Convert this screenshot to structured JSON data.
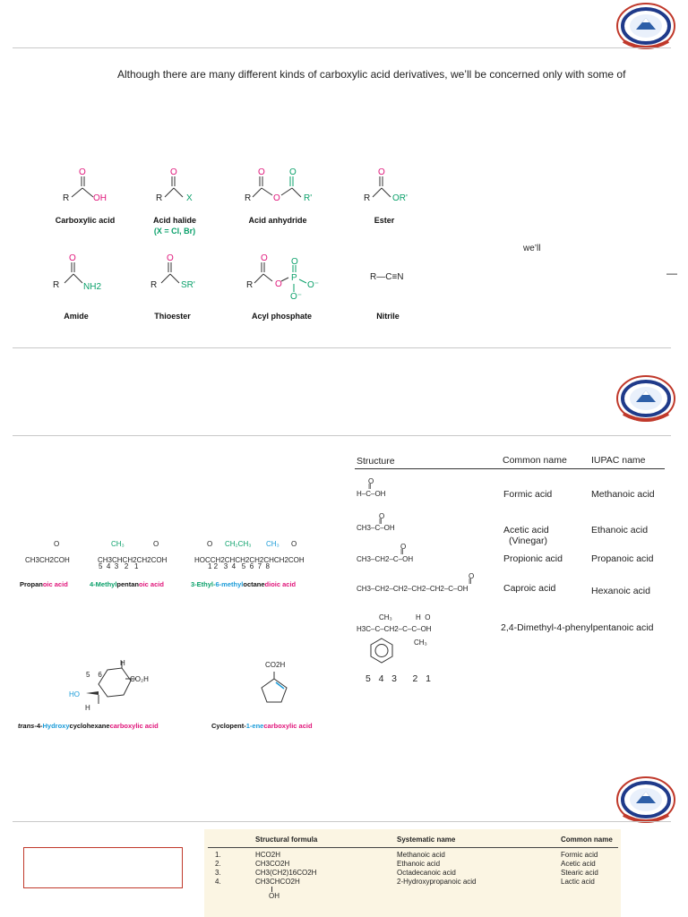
{
  "slide1": {
    "intro_text": "Although there are many different kinds of carboxylic acid derivatives, we’ll be concerned only with some of",
    "side_text": "we’ll",
    "dash": "—",
    "derivatives": [
      {
        "name": "Carboxylic acid"
      },
      {
        "name": "Acid halide",
        "sub": "(X = Cl, Br)"
      },
      {
        "name": "Acid anhydride"
      },
      {
        "name": "Ester"
      },
      {
        "name": "Amide"
      },
      {
        "name": "Thioester"
      },
      {
        "name": "Acyl phosphate"
      },
      {
        "name": "Nitrile"
      }
    ],
    "formulas": {
      "carboxylic": {
        "R": "R",
        "O": "O",
        "OH": "OH"
      },
      "halide": {
        "R": "R",
        "O": "O",
        "X": "X"
      },
      "anhydride": {
        "R": "R",
        "O": "O",
        "R2": "R'"
      },
      "ester": {
        "R": "R",
        "O": "O",
        "OR": "OR'"
      },
      "amide": {
        "R": "R",
        "O": "O",
        "NH2": "NH2"
      },
      "thioester": {
        "R": "R",
        "O": "O",
        "SR": "SR'"
      },
      "acyl_phosphate": {
        "R": "R",
        "O": "O",
        "P": "P",
        "Ominus": "O⁻"
      },
      "nitrile": {
        "text": "R—C≡N"
      }
    }
  },
  "slide2": {
    "table_headers": [
      "Structure",
      "Common name",
      "IUPAC name"
    ],
    "rows": [
      {
        "structure": "H–C–OH",
        "common": "Formic acid",
        "iupac": "Methanoic acid"
      },
      {
        "structure": "CH3–C–OH",
        "common": "Acetic acid",
        "common2": "(Vinegar)",
        "iupac": "Ethanoic acid"
      },
      {
        "structure": "CH3–CH2–C–OH",
        "common": "Propionic acid",
        "iupac": "Propanoic acid"
      },
      {
        "structure": "CH3–CH2–CH2–CH2–CH2–C–OH",
        "common": "Caproic acid",
        "iupac": "Hexanoic acid"
      },
      {
        "structure": "H3C–C–CH2–C–C–OH",
        "common": "2,4-Dimethyl-4-phenylpentanoic acid",
        "iupac": ""
      }
    ],
    "numbering": "5   4   3      2   1",
    "examples": [
      {
        "formula": "CH3CH2COH",
        "name": "Propanoic acid"
      },
      {
        "formula": "CH3CHCH2CH2COH",
        "name": "4-Methylpentanoic acid"
      },
      {
        "formula": "HOCCH2CHCH2CH2CHCH2COH",
        "name": "3-Ethyl-6-methyloctanedioic acid"
      },
      {
        "formula": "CO2H",
        "name": "trans-4-Hydroxycyclohexanecarboxylic acid"
      },
      {
        "formula": "CO2H",
        "name": "Cyclopent-1-enecarboxylic acid"
      }
    ]
  },
  "slide3": {
    "headers": [
      "Structural formula",
      "Systematic name",
      "Common name"
    ],
    "rows": [
      {
        "num": "1.",
        "formula": "HCO2H",
        "systematic": "Methanoic acid",
        "common": "Formic acid"
      },
      {
        "num": "2.",
        "formula": "CH3CO2H",
        "systematic": "Ethanoic acid",
        "common": "Acetic acid"
      },
      {
        "num": "3.",
        "formula": "CH3(CH2)16CO2H",
        "systematic": "Octadecanoic acid",
        "common": "Stearic acid"
      },
      {
        "num": "4.",
        "formula": "CH3CHCO2H",
        "systematic": "2-Hydroxypropanoic acid",
        "common": "Lactic acid"
      }
    ],
    "oh_label": "OH"
  }
}
